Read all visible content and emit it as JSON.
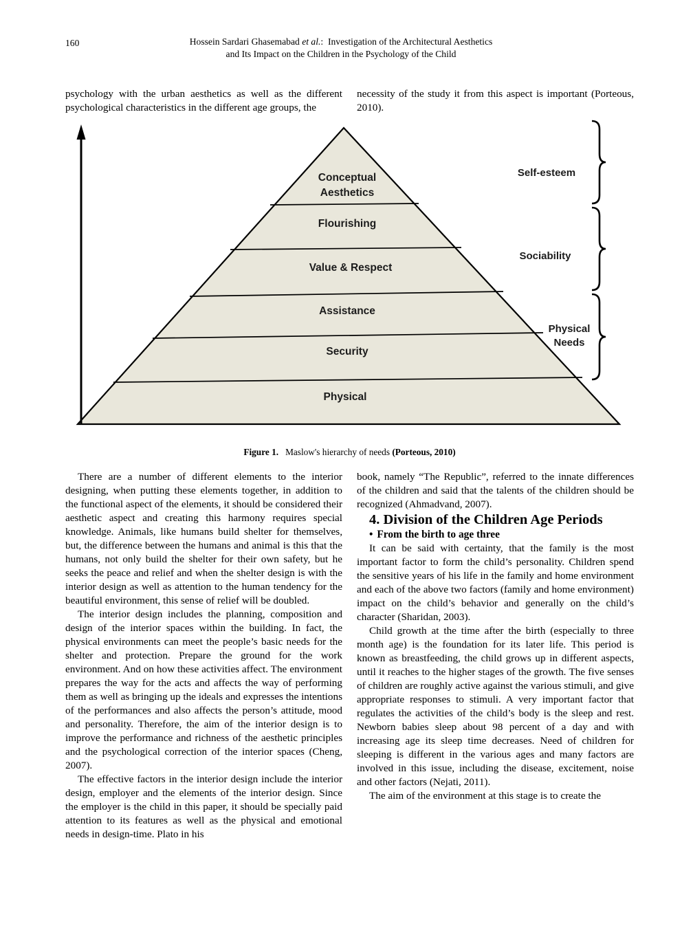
{
  "header": {
    "page_number": "160",
    "author": "Hossein Sardari Ghasemabad ",
    "et_al": "et al.",
    "title_rest": ":  Investigation of the Architectural Aesthetics",
    "title_line2": "and Its Impact on the Children in the Psychology of the Child"
  },
  "intro": {
    "left": "psychology with the urban aesthetics as well as the different psychological characteristics in the different age groups, the",
    "right": "necessity of the study it from this aspect is important (Porteous, 2010)."
  },
  "figure": {
    "caption_label": "Figure 1.",
    "caption_text": "Maslow's hierarchy of needs",
    "caption_cite": "(Porteous, 2010)",
    "pyramid_fill": "#e9e7db",
    "levels": [
      [
        "Conceptual",
        "Aesthetics"
      ],
      [
        "Flourishing"
      ],
      [
        "Value & Respect"
      ],
      [
        "Assistance"
      ],
      [
        "Security"
      ],
      [
        "Physical"
      ]
    ],
    "groups": [
      [
        "Self-esteem"
      ],
      [
        "Sociability"
      ],
      [
        "Physical",
        "Needs"
      ]
    ]
  },
  "left_col": {
    "p1": "There are a number of different elements to the interior designing, when putting these elements together, in addition to the functional aspect of the elements, it should be considered their aesthetic aspect and creating this harmony requires special knowledge. Animals, like humans build shelter for themselves, but, the difference between the humans and animal is this that the humans, not only build the shelter for their own safety, but he seeks the peace and relief and when the shelter design is with the interior design as well as attention to the human tendency for the beautiful environment, this sense of relief will be doubled.",
    "p2": "The interior design includes the planning, composition and design of the interior spaces within the building. In fact, the physical environments can meet the people’s basic needs for the shelter and protection. Prepare the ground for the work environment. And on how these activities affect. The environment prepares the way for the acts and affects the way of performing them as well as bringing up the ideals and expresses the intentions of the performances and also affects the person’s attitude, mood and personality. Therefore, the aim of the interior design is to improve the performance and richness of the aesthetic principles and the psychological correction of the interior spaces (Cheng, 2007).",
    "p3": "The effective factors in the interior design include the interior design, employer and the elements of the interior design. Since the employer is the child in this paper, it should be specially paid attention to its features as well as the physical and emotional needs in design-time. Plato in his"
  },
  "right_col": {
    "p1": "book, namely “The Republic”, referred to the innate differences of the children and said that the talents of the children should be recognized (Ahmadvand, 2007).",
    "section_heading": "4. Division of the Children Age Periods",
    "bullet_marker": "•",
    "bullet": "From the birth to age three",
    "p2": "It can be said with certainty, that the family is the most important factor to form the child’s personality. Children spend the sensitive years of his life in the family and home environment and each of the above two factors (family and home environment) impact on the child’s behavior and generally on the child’s character (Sharidan, 2003).",
    "p3": "Child growth at the time after the birth (especially to three month age) is the foundation for its later life. This period is known as breastfeeding, the child grows up in different aspects, until it reaches to the higher stages of the growth. The five senses of children are roughly active against the various stimuli, and give appropriate responses to stimuli. A very important factor that regulates the activities of the child’s body is the sleep and rest. Newborn babies sleep about 98 percent of a day and with increasing age its sleep time decreases. Need of children for sleeping is different in the various ages and many factors are involved in this issue, including the disease, excitement, noise and other factors (Nejati, 2011).",
    "p4": "The aim of the environment at this stage is to create the"
  }
}
